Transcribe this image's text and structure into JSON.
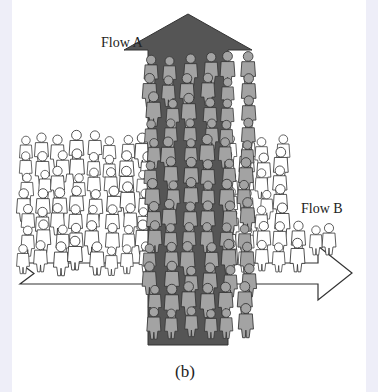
{
  "diagram": {
    "caption": "(b)",
    "labels": [
      "Flow A",
      "Flow B"
    ]
  }
}
